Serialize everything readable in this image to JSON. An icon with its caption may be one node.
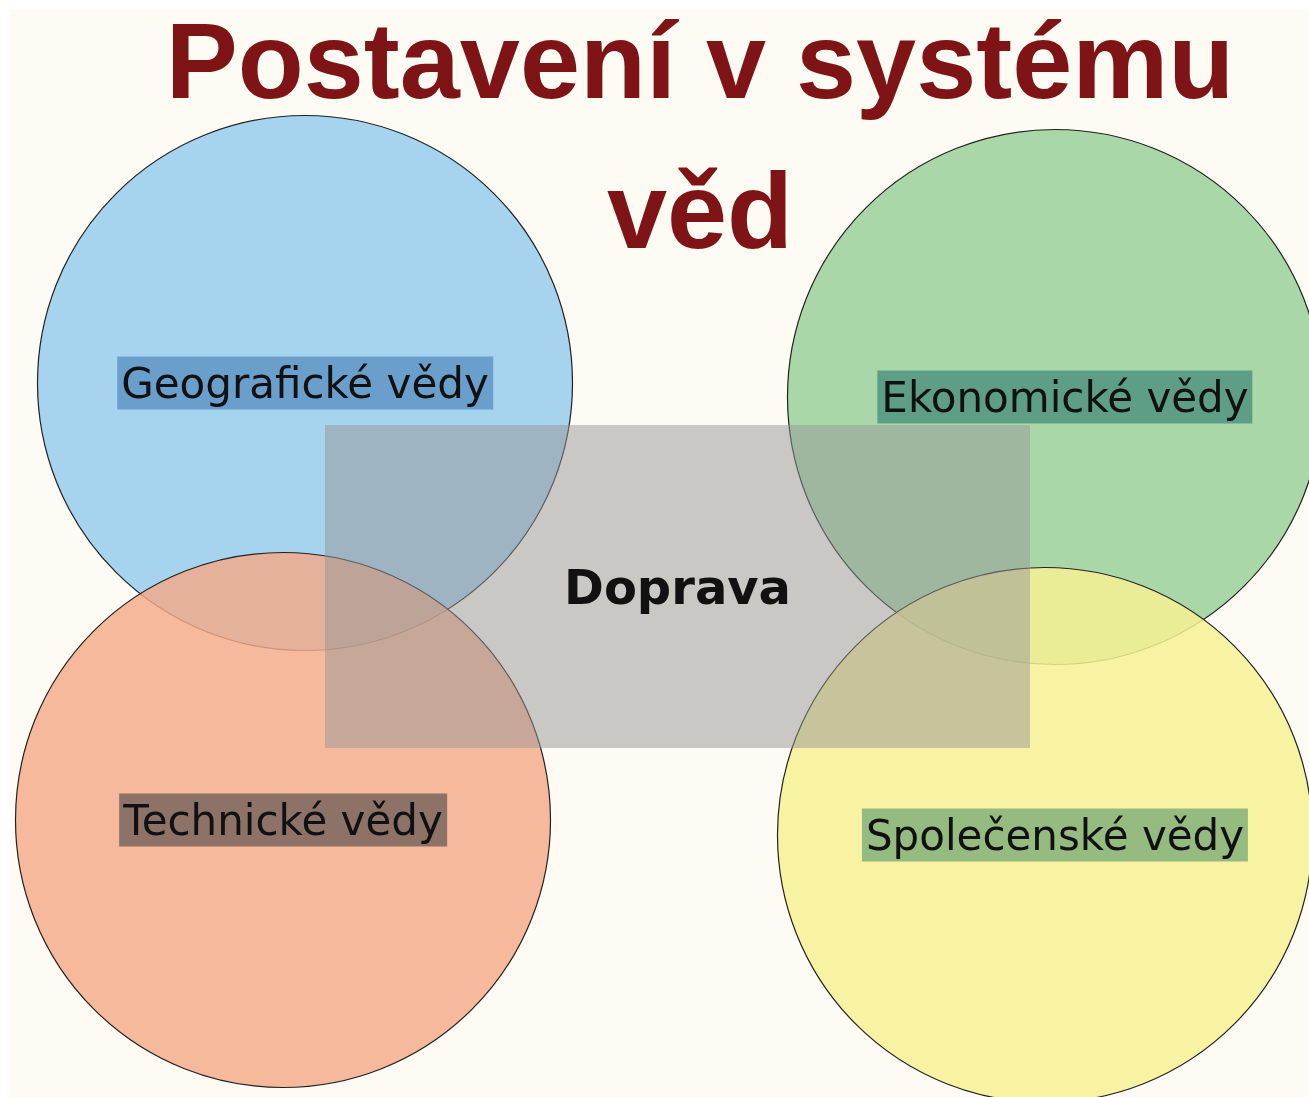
{
  "diagram": {
    "title": "Postavení v systému věd",
    "nodes": [
      {
        "text": [
          "Geografické vědy"
        ]
      },
      {
        "text": [
          "Ekonomické vědy"
        ]
      },
      {
        "text": [
          "Doprava"
        ]
      },
      {
        "text": [
          "Technické vědy"
        ]
      },
      {
        "text": [
          "Společenské vědy"
        ]
      }
    ],
    "edges": []
  }
}
